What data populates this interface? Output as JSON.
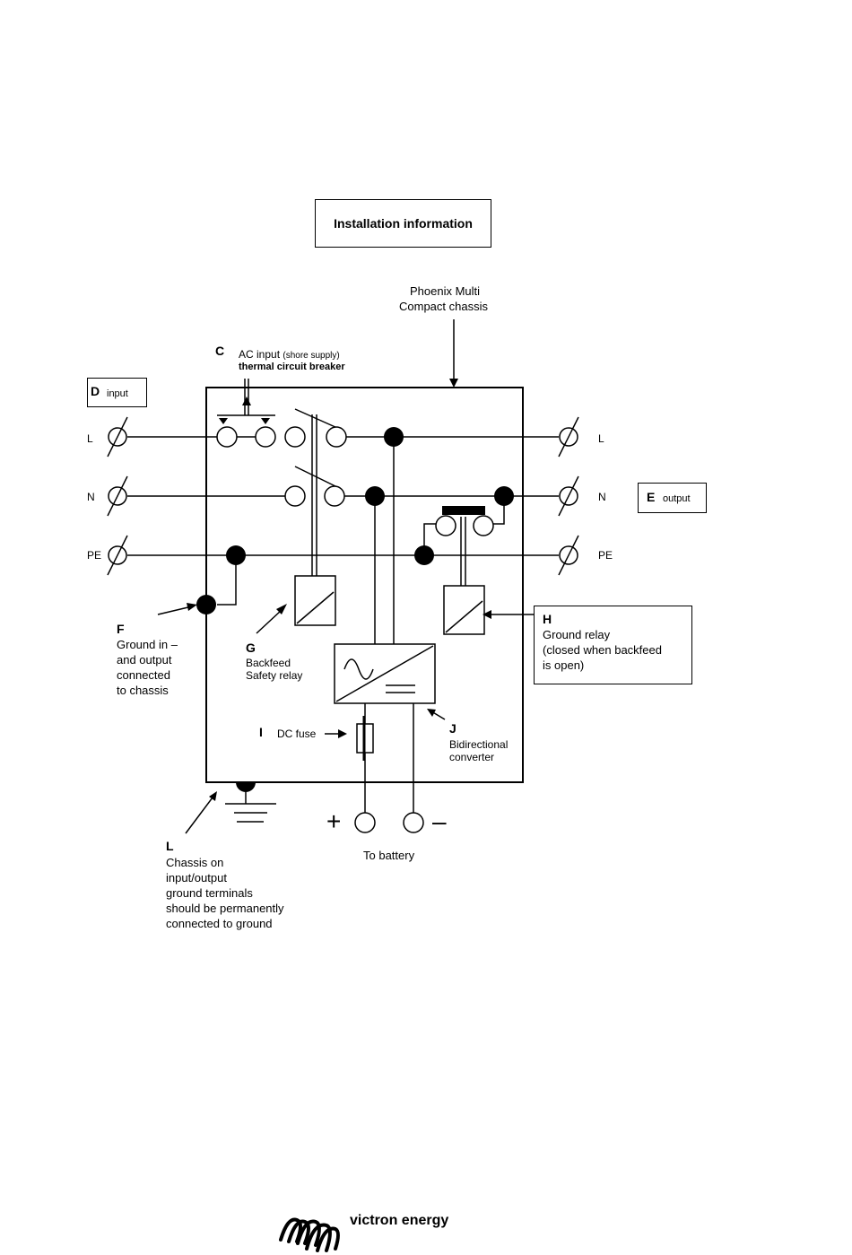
{
  "header": {
    "title": "Installation information"
  },
  "chassis_label": [
    "Phoenix Multi",
    "Compact chassis"
  ],
  "labels": {
    "C": {
      "letter": "C",
      "line1": "AC input",
      "line1_small": "(shore supply)",
      "line2": "thermal circuit breaker"
    },
    "D": {
      "letter": "D",
      "text": "input"
    },
    "E": {
      "letter": "E",
      "text": "output"
    },
    "F": {
      "letter": "F",
      "lines": [
        "Ground in –",
        "and output",
        "connected",
        "to chassis"
      ]
    },
    "G": {
      "letter": "G",
      "lines": [
        "Backfeed",
        "Safety relay"
      ]
    },
    "H": {
      "letter": "H",
      "lines": [
        "Ground relay",
        "(closed when backfeed",
        "is open)"
      ]
    },
    "I": {
      "letter": "I",
      "text": "DC fuse"
    },
    "J": {
      "letter": "J",
      "lines": [
        "Bidirectional",
        "converter"
      ]
    },
    "L": {
      "letter": "L",
      "lines": [
        "Chassis on",
        "input/output",
        "ground terminals",
        "should be permanently",
        "connected to ground"
      ]
    }
  },
  "terminals": {
    "left": [
      "L",
      "N",
      "PE"
    ],
    "right": [
      "L",
      "N",
      "PE"
    ]
  },
  "battery": {
    "plus": "+",
    "minus": "–",
    "label": "To battery"
  },
  "footer": {
    "brand": "victron energy"
  }
}
